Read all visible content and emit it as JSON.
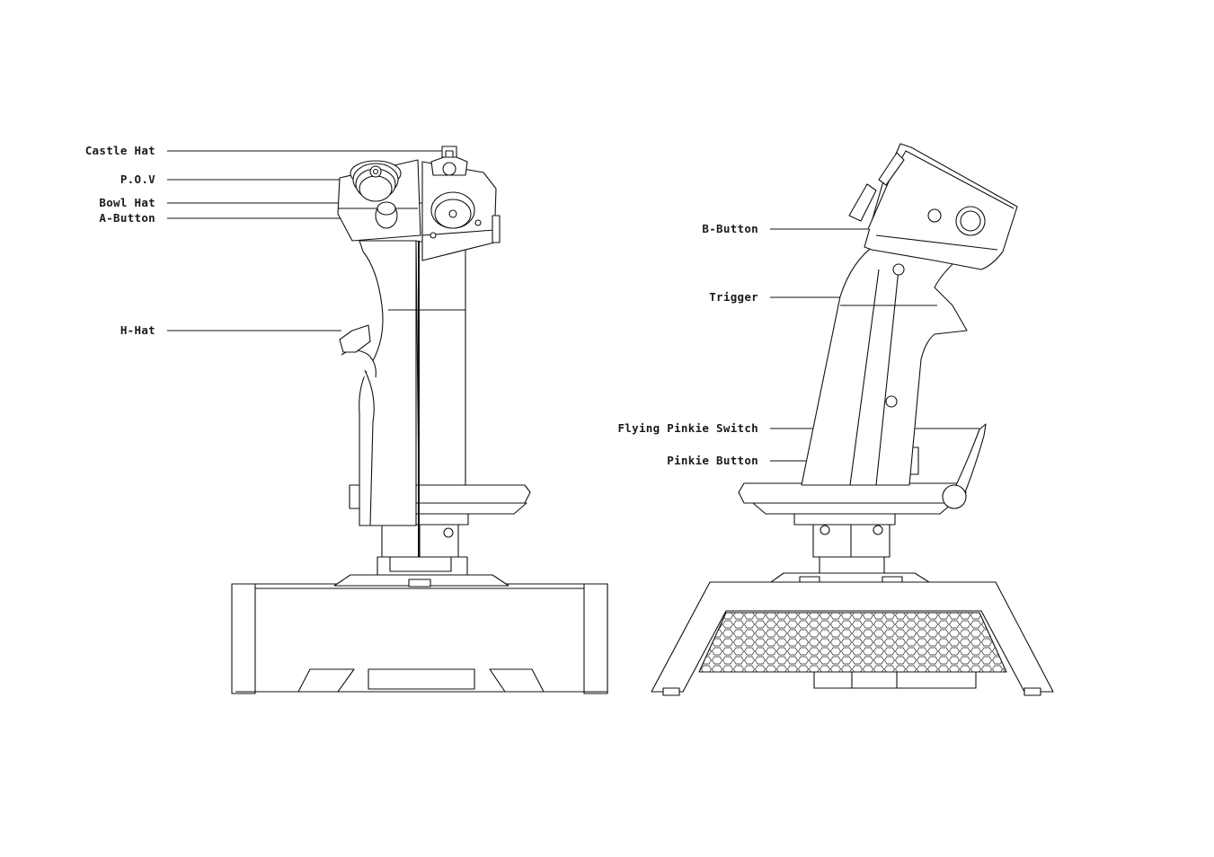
{
  "front_view": {
    "labels": [
      "Castle Hat",
      "P.O.V",
      "Bowl Hat",
      "A-Button",
      "H-Hat"
    ]
  },
  "side_view": {
    "labels": [
      "B-Button",
      "Trigger",
      "Flying Pinkie Switch",
      "Pinkie Button"
    ]
  }
}
